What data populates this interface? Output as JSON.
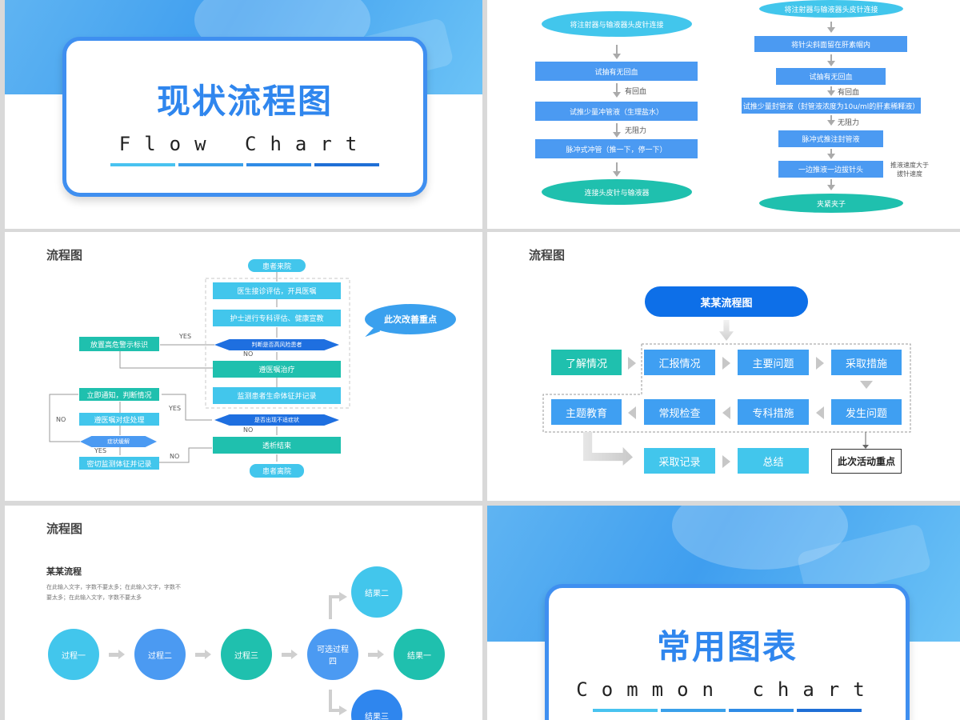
{
  "cover1": {
    "title": "现状流程图",
    "subtitle": "Flow Chart"
  },
  "slide2": {
    "left": {
      "start": "将注射器与输液器头皮针连接",
      "step1": "试抽有无回血",
      "note1": "有回血",
      "step2": "试推少量冲管液（生理盐水）",
      "note2": "无阻力",
      "step3": "脉冲式冲管（推一下，停一下）",
      "end": "连接头皮针与输液器"
    },
    "right": {
      "start": "将注射器与输液器头皮针连接",
      "step1": "将针尖斜面留在肝素帽内",
      "step2": "试抽有无回血",
      "note1": "有回血",
      "step3": "试推少量封管液（封管液浓度为10u/ml的肝素稀释液）",
      "note2": "无阻力",
      "step4": "脉冲式推注封管液",
      "step5": "一边推液一边拔针头",
      "side_note": "推液速度大于\n拔针速度",
      "end": "夹紧夹子"
    }
  },
  "slide3": {
    "title": "流程图",
    "admit": "患者来院",
    "s1": "医生接诊评估，开具医嘱",
    "s2": "护士进行专科评估、健康宣教",
    "d1": "判断是否高风险患者",
    "yes": "YES",
    "no": "NO",
    "warn": "放置高危警示标识",
    "s3": "遵医嘱治疗",
    "s4": "监测患者生命体征并记录",
    "d2": "是否出现不适症状",
    "notify": "立即通知，判断情况",
    "handle": "遵医嘱对症处理",
    "d3": "症状缓解",
    "monitor": "密切监测体征并记录",
    "end_tx": "透析结束",
    "discharge": "患者离院",
    "bubble": "此次改善重点"
  },
  "slide4": {
    "title": "流程图",
    "header": "某某流程图",
    "row1": [
      "了解情况",
      "汇报情况",
      "主要问题",
      "采取措施"
    ],
    "row2": [
      "主题教育",
      "常规检查",
      "专科措施",
      "发生问题"
    ],
    "row3": [
      "采取记录",
      "总结"
    ],
    "focus": "此次活动重点"
  },
  "slide5": {
    "title": "流程图",
    "subtitle": "某某流程",
    "desc": "在此输入文字，字数不要太多；在此输入文字，字数不要太多；在此输入文字，字数不要太多",
    "steps": [
      "过程一",
      "过程二",
      "过程三",
      "可选过程四"
    ],
    "results": [
      "结果一",
      "结果二",
      "结果三"
    ]
  },
  "cover2": {
    "title": "常用图表",
    "subtitle": "Common chart"
  },
  "colors": {
    "accent": "#3f8ff0",
    "cyan": "#42c6ec",
    "teal": "#1fc0ae",
    "blue": "#4b9af2",
    "dark_blue": "#0d6fe8"
  }
}
